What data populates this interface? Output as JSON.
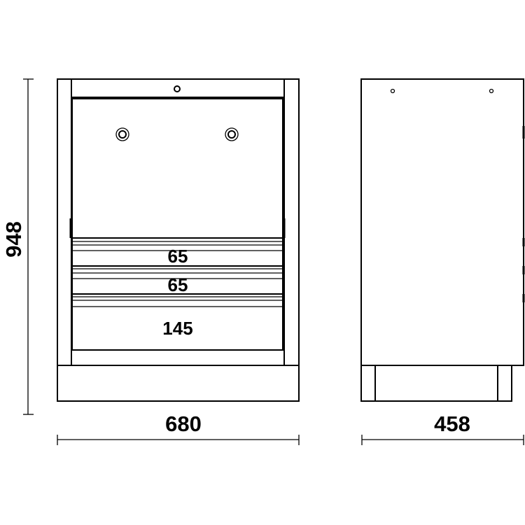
{
  "dimensions": {
    "height": "948",
    "width": "680",
    "depth": "458"
  },
  "drawers": [
    {
      "label": "65"
    },
    {
      "label": "65"
    },
    {
      "label": "145"
    }
  ],
  "colors": {
    "line": "#000000",
    "background": "#ffffff"
  }
}
